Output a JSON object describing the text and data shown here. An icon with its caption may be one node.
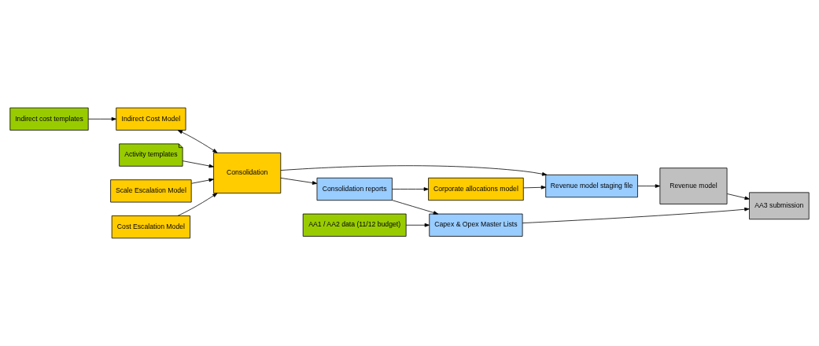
{
  "diagram": {
    "nodes": [
      {
        "text": [
          "Indirect cost templates"
        ]
      },
      {
        "text": [
          "Activity templates"
        ]
      },
      {
        "text": [
          "Scale Escalation Model"
        ]
      },
      {
        "text": [
          "Cost Escalation Model"
        ]
      },
      {
        "text": [
          "AA1 / AA2 data (11/12 budget)"
        ]
      },
      {
        "text": [
          "Indirect Cost Model"
        ]
      },
      {
        "text": [
          "Consolidation"
        ]
      },
      {
        "text": [
          "Revenue model staging file"
        ]
      },
      {
        "text": [
          "Corporate allocations model"
        ]
      },
      {
        "text": [
          "Consolidation reports"
        ]
      },
      {
        "text": [
          "Revenue model"
        ]
      },
      {
        "text": [
          "Capex & Opex Master Lists"
        ]
      },
      {
        "text": [
          "AA3 submission"
        ]
      }
    ],
    "edges": [
      {
        "from": 0,
        "to": 5,
        "arrow": "to"
      },
      {
        "from": 5,
        "to": 6,
        "arrow": "both"
      },
      {
        "from": 1,
        "to": 6,
        "arrow": "to"
      },
      {
        "from": 2,
        "to": 6,
        "arrow": "to"
      },
      {
        "from": 3,
        "to": 6,
        "arrow": "to"
      },
      {
        "from": 6,
        "to": 7,
        "arrow": "to"
      },
      {
        "from": 6,
        "to": 9,
        "arrow": "to"
      },
      {
        "from": 9,
        "to": 8,
        "arrow": "to"
      },
      {
        "from": 8,
        "to": 7,
        "arrow": "to"
      },
      {
        "from": 7,
        "to": 10,
        "arrow": "to"
      },
      {
        "from": 9,
        "to": 11,
        "arrow": "to"
      },
      {
        "from": 4,
        "to": 11,
        "arrow": "to"
      },
      {
        "from": 10,
        "to": 12,
        "arrow": "to"
      },
      {
        "from": 11,
        "to": 12,
        "arrow": "to"
      }
    ]
  }
}
